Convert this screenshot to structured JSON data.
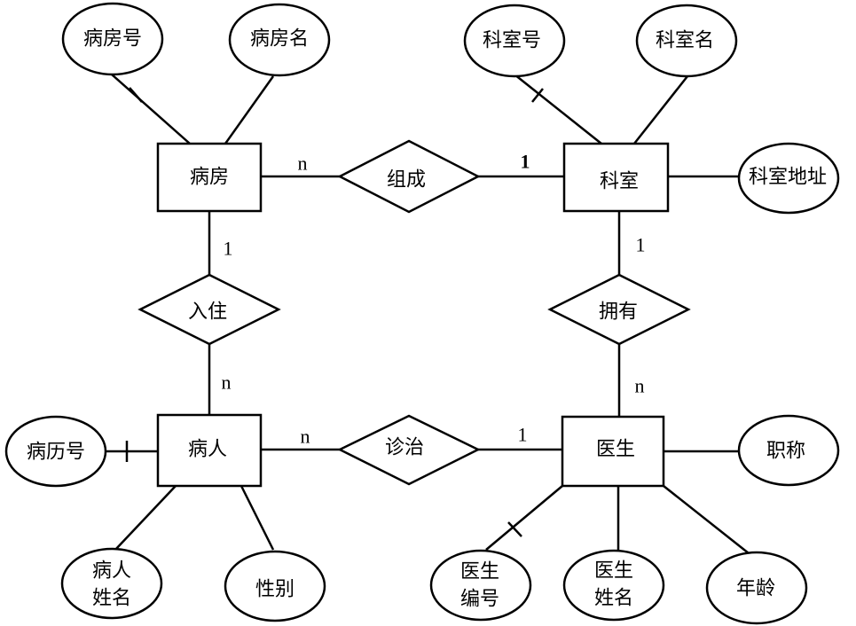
{
  "diagram": {
    "type": "ER diagram",
    "entities": [
      {
        "id": "ward",
        "label": "病房"
      },
      {
        "id": "dept",
        "label": "科室"
      },
      {
        "id": "patient",
        "label": "病人"
      },
      {
        "id": "doctor",
        "label": "医生"
      }
    ],
    "relationships": [
      {
        "id": "compose",
        "label": "组成",
        "from": "ward",
        "to": "dept",
        "from_card": "n",
        "to_card": "1"
      },
      {
        "id": "stay",
        "label": "入住",
        "from": "ward",
        "to": "patient",
        "from_card": "1",
        "to_card": "n"
      },
      {
        "id": "have",
        "label": "拥有",
        "from": "dept",
        "to": "doctor",
        "from_card": "1",
        "to_card": "n"
      },
      {
        "id": "treat",
        "label": "诊治",
        "from": "patient",
        "to": "doctor",
        "from_card": "n",
        "to_card": "1"
      }
    ],
    "attributes": [
      {
        "id": "ward_no",
        "entity": "ward",
        "label": "病房号",
        "key": true
      },
      {
        "id": "ward_name",
        "entity": "ward",
        "label": "病房名",
        "key": false
      },
      {
        "id": "dept_no",
        "entity": "dept",
        "label": "科室号",
        "key": true
      },
      {
        "id": "dept_name",
        "entity": "dept",
        "label": "科室名",
        "key": false
      },
      {
        "id": "dept_addr",
        "entity": "dept",
        "label": "科室地址",
        "key": false
      },
      {
        "id": "record_no",
        "entity": "patient",
        "label": "病历号",
        "key": true
      },
      {
        "id": "patient_name",
        "entity": "patient",
        "label_lines": [
          "病人",
          "姓名"
        ],
        "key": false
      },
      {
        "id": "gender",
        "entity": "patient",
        "label": "性别",
        "key": false
      },
      {
        "id": "title",
        "entity": "doctor",
        "label": "职称",
        "key": false
      },
      {
        "id": "doctor_no",
        "entity": "doctor",
        "label_lines": [
          "医生",
          "编号"
        ],
        "key": true
      },
      {
        "id": "doctor_name",
        "entity": "doctor",
        "label_lines": [
          "医生",
          "姓名"
        ],
        "key": false
      },
      {
        "id": "age",
        "entity": "doctor",
        "label": "年龄",
        "key": false
      }
    ]
  }
}
